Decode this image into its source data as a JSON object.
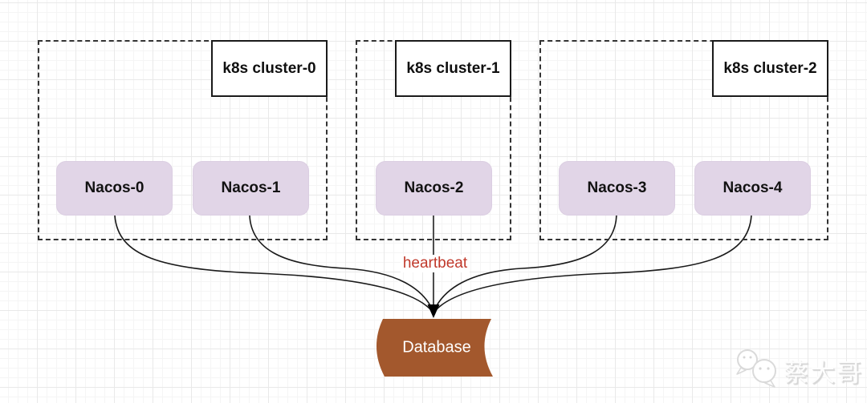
{
  "diagram": {
    "clusters": [
      {
        "label": "k8s cluster-0",
        "nodes": [
          {
            "label": "Nacos-0"
          },
          {
            "label": "Nacos-1"
          }
        ]
      },
      {
        "label": "k8s cluster-1",
        "nodes": [
          {
            "label": "Nacos-2"
          }
        ]
      },
      {
        "label": "k8s cluster-2",
        "nodes": [
          {
            "label": "Nacos-3"
          },
          {
            "label": "Nacos-4"
          }
        ]
      }
    ],
    "edges": {
      "label": "heartbeat",
      "sources": [
        "Nacos-0",
        "Nacos-1",
        "Nacos-2",
        "Nacos-3",
        "Nacos-4"
      ],
      "target": "Database"
    },
    "database": {
      "label": "Database"
    },
    "colors": {
      "node_fill": "#E1D5E7",
      "database_fill": "#A3582D",
      "heartbeat_text": "#C0392B",
      "edge_line": "#1a1a1a",
      "center_line": "#4d4d4d",
      "border": "#1a1a1a"
    },
    "watermark": {
      "icon": "wechat-icon",
      "text": "蔡大哥"
    }
  }
}
